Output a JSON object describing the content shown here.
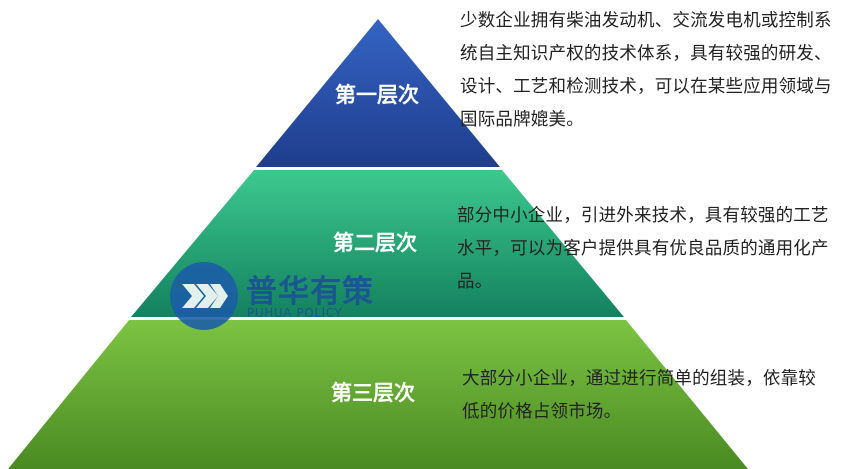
{
  "pyramid": {
    "tiers": [
      {
        "label": "第一层次",
        "description": "少数企业拥有柴油发动机、交流发电机或控制系统自主知识产权的技术体系，具有较强的研发、设计、工艺和检测技术，可以在某些应用领域与国际品牌媲美。",
        "color_top": "#3564c4",
        "color_bottom": "#1f3d8c"
      },
      {
        "label": "第二层次",
        "description": "部分中小企业，引进外来技术，具有较强的工艺水平，可以为客户提供具有优良品质的通用化产品。",
        "color_top": "#3dc98e",
        "color_bottom": "#13815f"
      },
      {
        "label": "第三层次",
        "description": "大部分小企业，通过进行简单的组装，依靠较低的价格占领市场。",
        "color_top": "#7cc443",
        "color_bottom": "#4a8a22"
      }
    ]
  },
  "watermark": {
    "title": "普华有策",
    "subtitle": "PUHUA POLICY",
    "color": "#1b5ca8"
  }
}
